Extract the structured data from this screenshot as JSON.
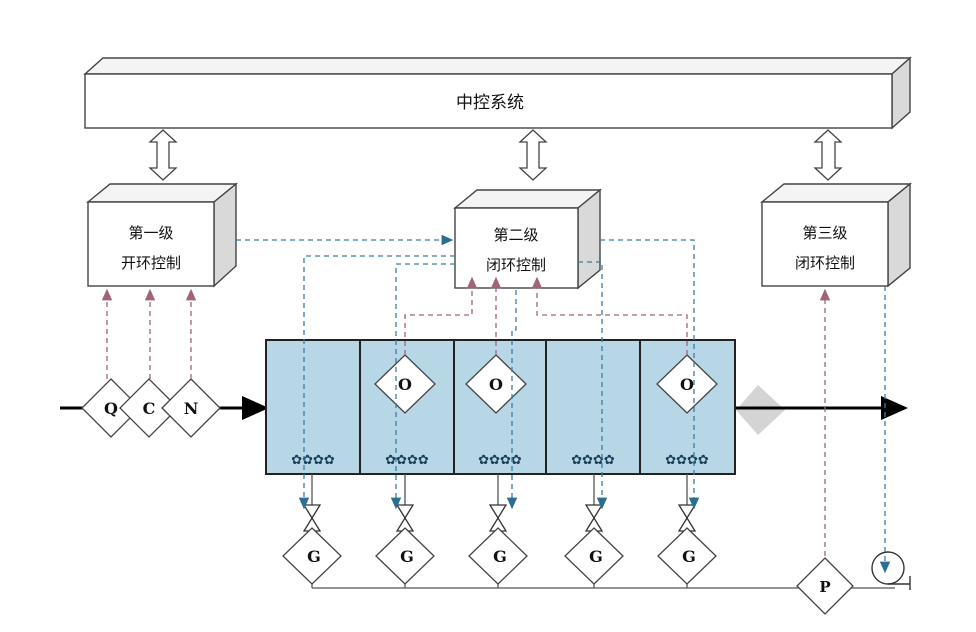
{
  "central_system": {
    "label": "中控系统"
  },
  "level1": {
    "title": "第一级",
    "subtitle": "开环控制"
  },
  "level2": {
    "title": "第二级",
    "subtitle": "闭环控制"
  },
  "level3": {
    "title": "第三级",
    "subtitle": "闭环控制"
  },
  "inlet_sensors": [
    "Q",
    "C",
    "N"
  ],
  "do_sensor_label": "O",
  "valve_label": "G",
  "pump_label": "P",
  "aerator_glyph": "✿✿✿✿",
  "colors": {
    "tank_fill": "#b8d7e6",
    "dashed_blue": "#3a7d9e",
    "dashed_red": "#a0637a",
    "arrow_fill": "#2a6f93"
  }
}
